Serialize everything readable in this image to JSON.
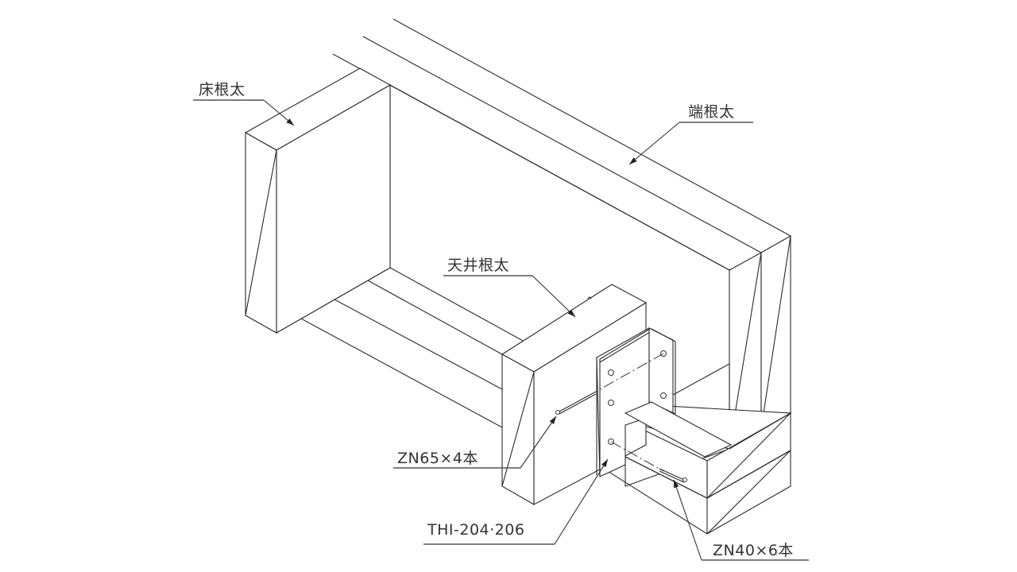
{
  "diagram": {
    "type": "isometric-framing-detail",
    "labels": {
      "floor_joist": "床根太",
      "rim_joist": "端根太",
      "ceiling_joist": "天井根太",
      "nail_a": "ZN65×4本",
      "hanger": "THI-204·206",
      "nail_b": "ZN40×6本"
    },
    "colors": {
      "line": "#2a2a2a",
      "text": "#333333",
      "background": "#ffffff"
    }
  }
}
